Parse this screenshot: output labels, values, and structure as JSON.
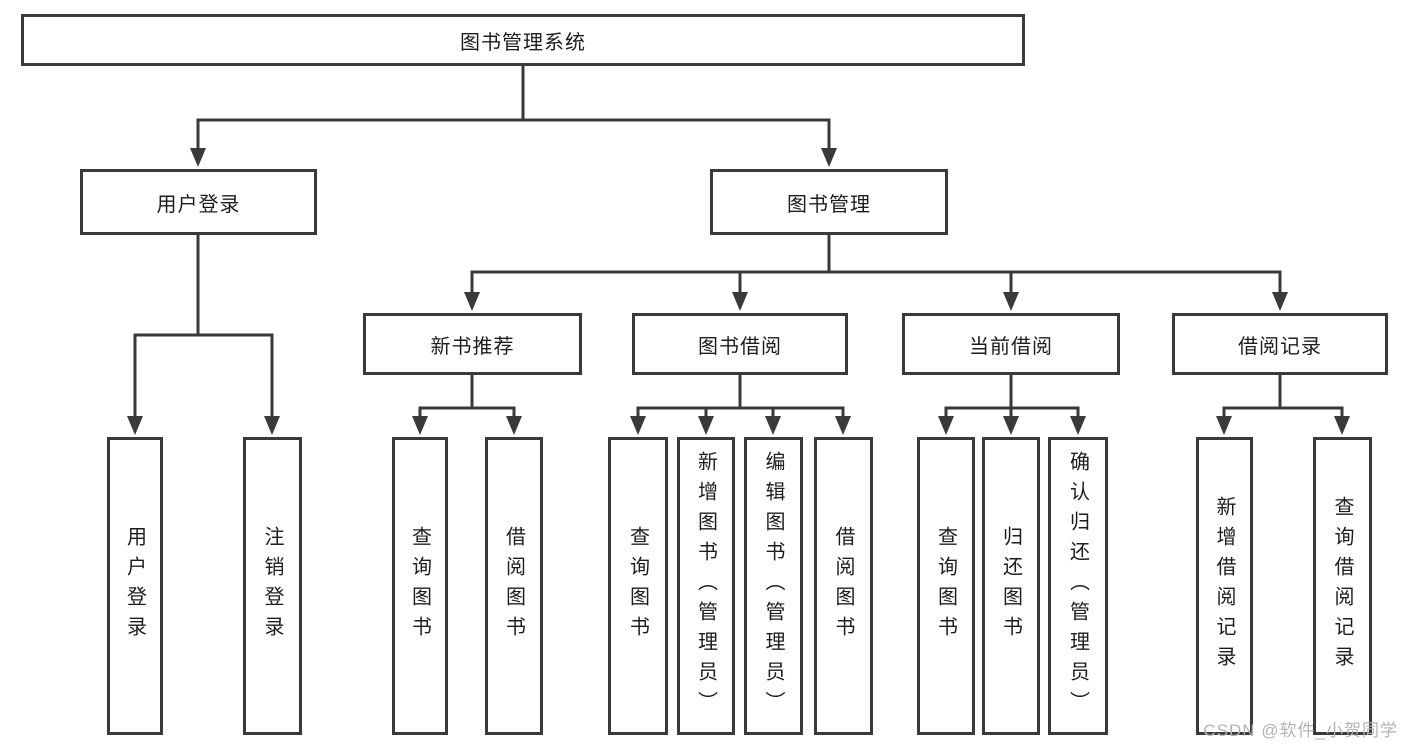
{
  "tree": {
    "label": "图书管理系统",
    "children": [
      {
        "label": "用户登录",
        "children": [
          {
            "label": "用户登录"
          },
          {
            "label": "注销登录"
          }
        ]
      },
      {
        "label": "图书管理",
        "children": [
          {
            "label": "新书推荐",
            "children": [
              {
                "label": "查询图书"
              },
              {
                "label": "借阅图书"
              }
            ]
          },
          {
            "label": "图书借阅",
            "children": [
              {
                "label": "查询图书"
              },
              {
                "label": "新增图书（管理员）"
              },
              {
                "label": "编辑图书（管理员）"
              },
              {
                "label": "借阅图书"
              }
            ]
          },
          {
            "label": "当前借阅",
            "children": [
              {
                "label": "查询图书"
              },
              {
                "label": "归还图书"
              },
              {
                "label": "确认归还（管理员）"
              }
            ]
          },
          {
            "label": "借阅记录",
            "children": [
              {
                "label": "新增借阅记录"
              },
              {
                "label": "查询借阅记录"
              }
            ]
          }
        ]
      }
    ]
  },
  "watermark": "CSDN @软件_小贺同学",
  "colors": {
    "line": "#3a3a3a",
    "text": "#1d1d1d",
    "watermark": "#b3b3b3",
    "background": "#ffffff"
  }
}
